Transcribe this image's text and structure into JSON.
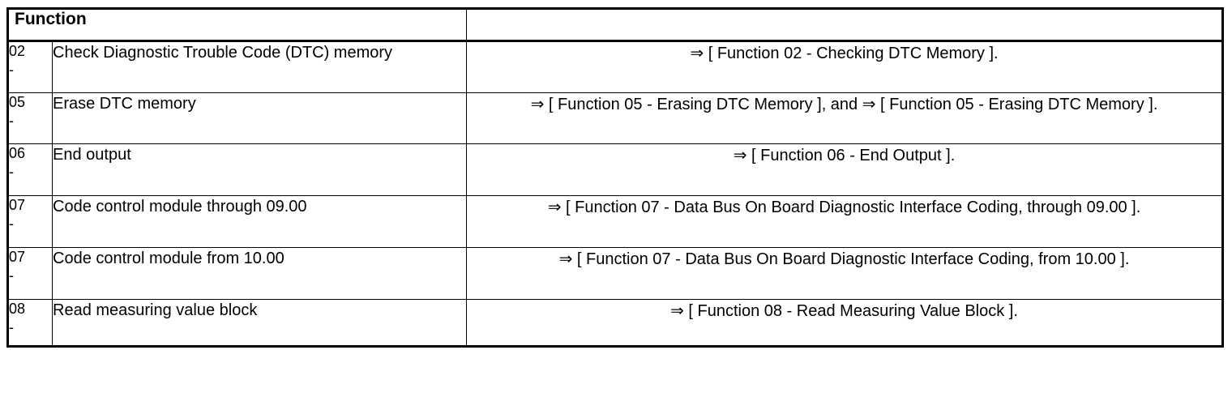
{
  "table": {
    "header": {
      "function_label": "Function",
      "ref_label": ""
    },
    "arrow_glyph": "⇒",
    "rows": [
      {
        "code": "02",
        "dash": "-",
        "description": "Check Diagnostic Trouble Code (DTC) memory",
        "reference": "⇒ [ Function 02 - Checking DTC Memory ]."
      },
      {
        "code": "05",
        "dash": "-",
        "description": "Erase DTC memory",
        "reference": "⇒ [ Function 05 - Erasing DTC Memory ], and ⇒ [ Function 05 - Erasing DTC Memory ]."
      },
      {
        "code": "06",
        "dash": "-",
        "description": "End output",
        "reference": "⇒ [ Function 06 - End Output ]."
      },
      {
        "code": "07",
        "dash": "-",
        "description": "Code control module through 09.00",
        "reference": "⇒ [ Function 07 - Data Bus On Board Diagnostic Interface Coding, through 09.00 ]."
      },
      {
        "code": "07",
        "dash": "-",
        "description": "Code control module from 10.00",
        "reference": "⇒ [ Function 07 - Data Bus On Board Diagnostic Interface Coding, from 10.00 ]."
      },
      {
        "code": "08",
        "dash": "-",
        "description": "Read measuring value block",
        "reference": "⇒ [ Function 08 - Read Measuring Value Block ]."
      }
    ]
  },
  "colors": {
    "border": "#000000",
    "text": "#000000",
    "background": "#ffffff"
  }
}
